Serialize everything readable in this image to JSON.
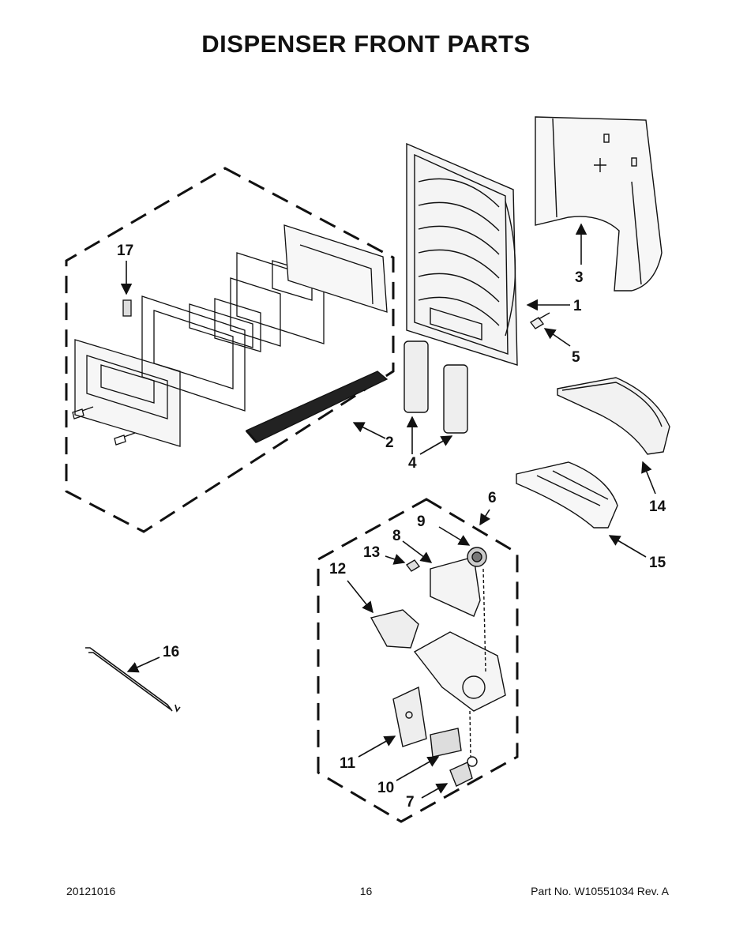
{
  "title": "DISPENSER FRONT PARTS",
  "callouts": [
    "1",
    "2",
    "3",
    "4",
    "5",
    "6",
    "7",
    "8",
    "9",
    "10",
    "11",
    "12",
    "13",
    "14",
    "15",
    "16",
    "17"
  ],
  "footer": {
    "date": "20121016",
    "page": "16",
    "part_no": "Part No. W10551034  Rev. A"
  }
}
